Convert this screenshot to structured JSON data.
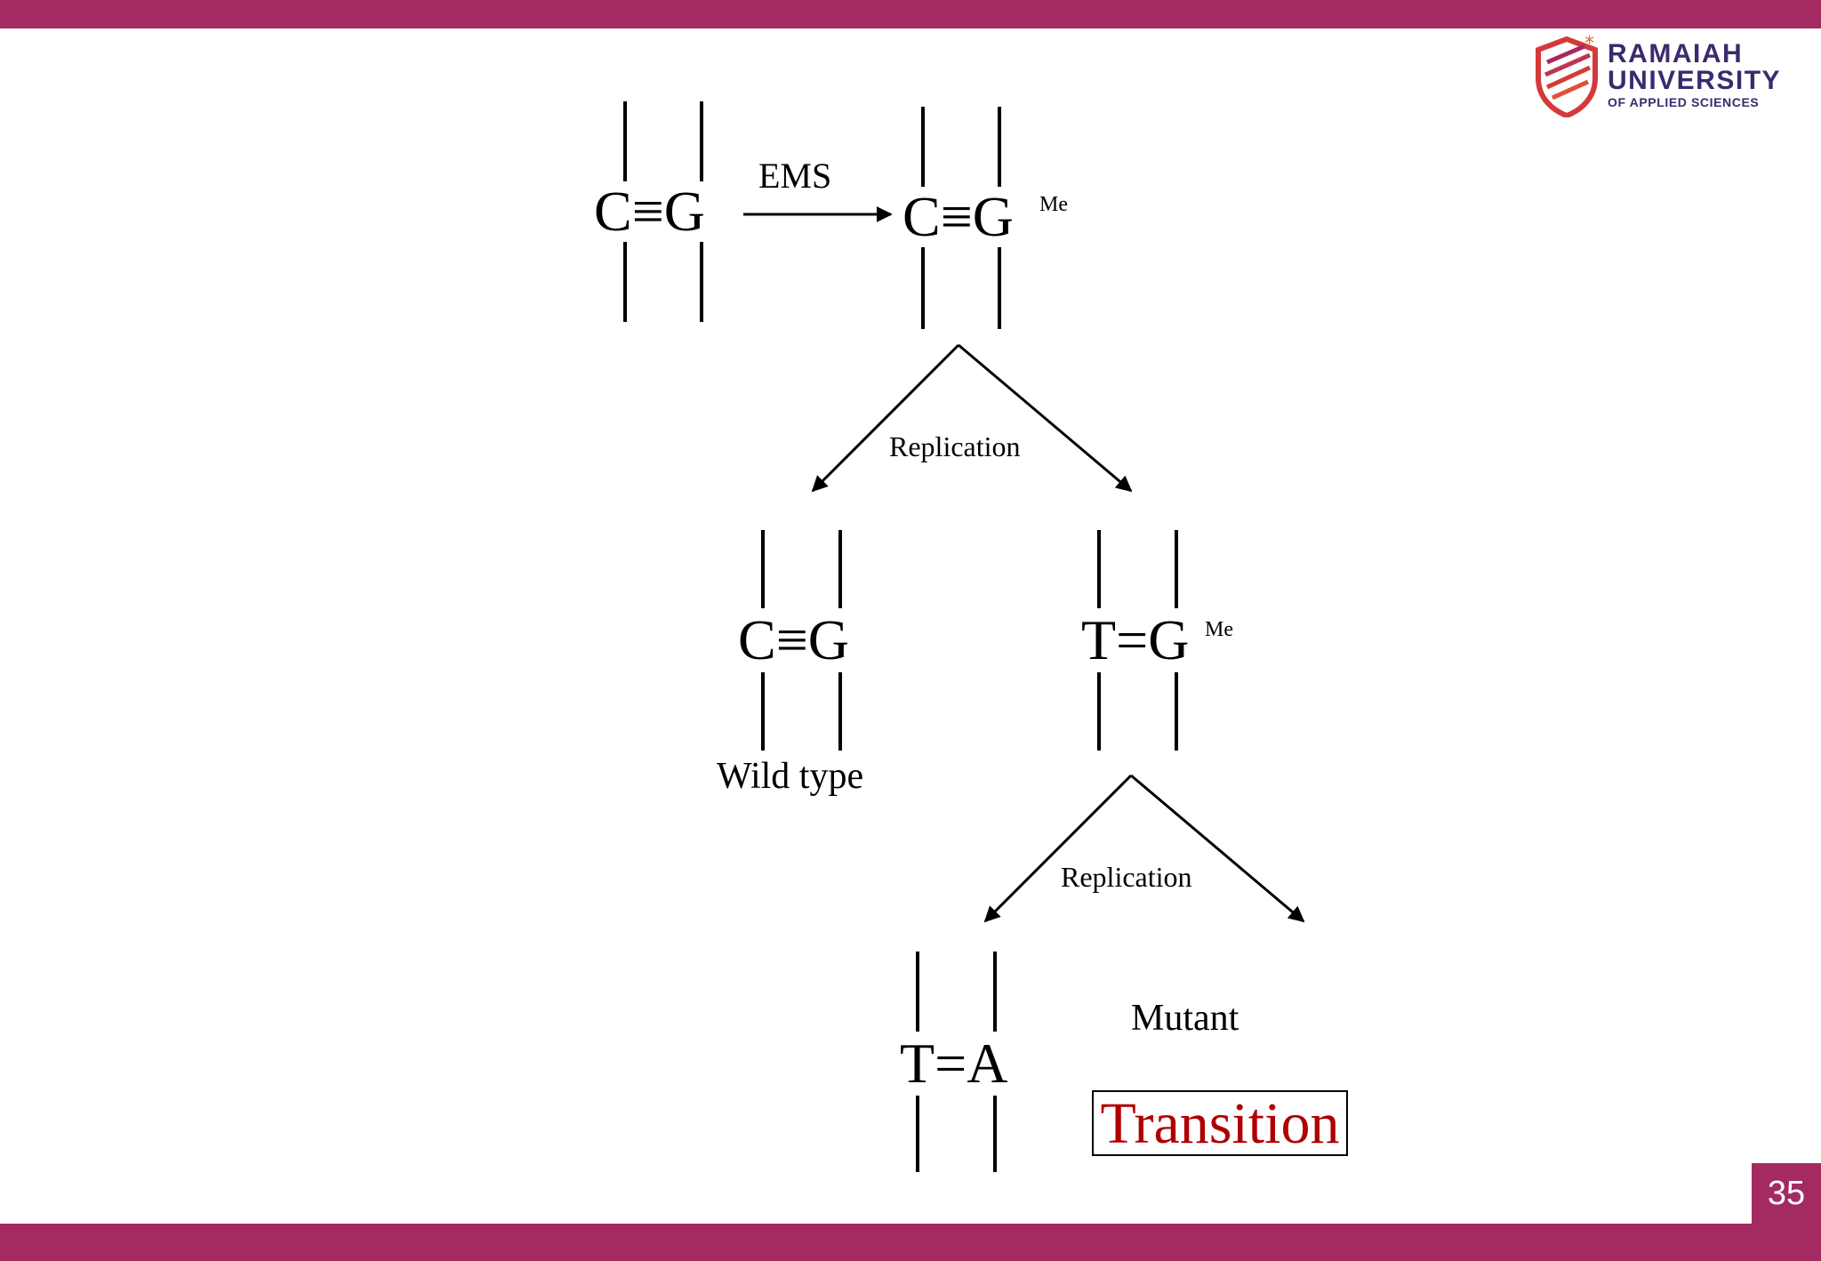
{
  "slide": {
    "page_number": "35",
    "brand_color": "#a42b62"
  },
  "logo": {
    "line1": "RAMAIAH",
    "line2": "UNIVERSITY",
    "line3": "OF APPLIED SCIENCES",
    "text_color": "#3b2a6e",
    "mark_colors": [
      "#d43a3a",
      "#a42b62",
      "#e8612c"
    ]
  },
  "diagram": {
    "reagent_label": "EMS",
    "pair1": {
      "left": "C",
      "bond": "≡",
      "right": "G"
    },
    "pair2": {
      "left": "C",
      "bond": "≡",
      "right": "G",
      "superscript": "Me"
    },
    "replication1_label": "Replication",
    "pair3": {
      "left": "C",
      "bond": "≡",
      "right": "G"
    },
    "pair3_caption": "Wild type",
    "pair4": {
      "left": "T",
      "bond": "=",
      "right": "G",
      "superscript": "Me"
    },
    "replication2_label": "Replication",
    "pair5": {
      "left": "T",
      "bond": "=",
      "right": "A"
    },
    "mutant_label": "Mutant",
    "transition_label": "Transition",
    "transition_color": "#b00000"
  }
}
